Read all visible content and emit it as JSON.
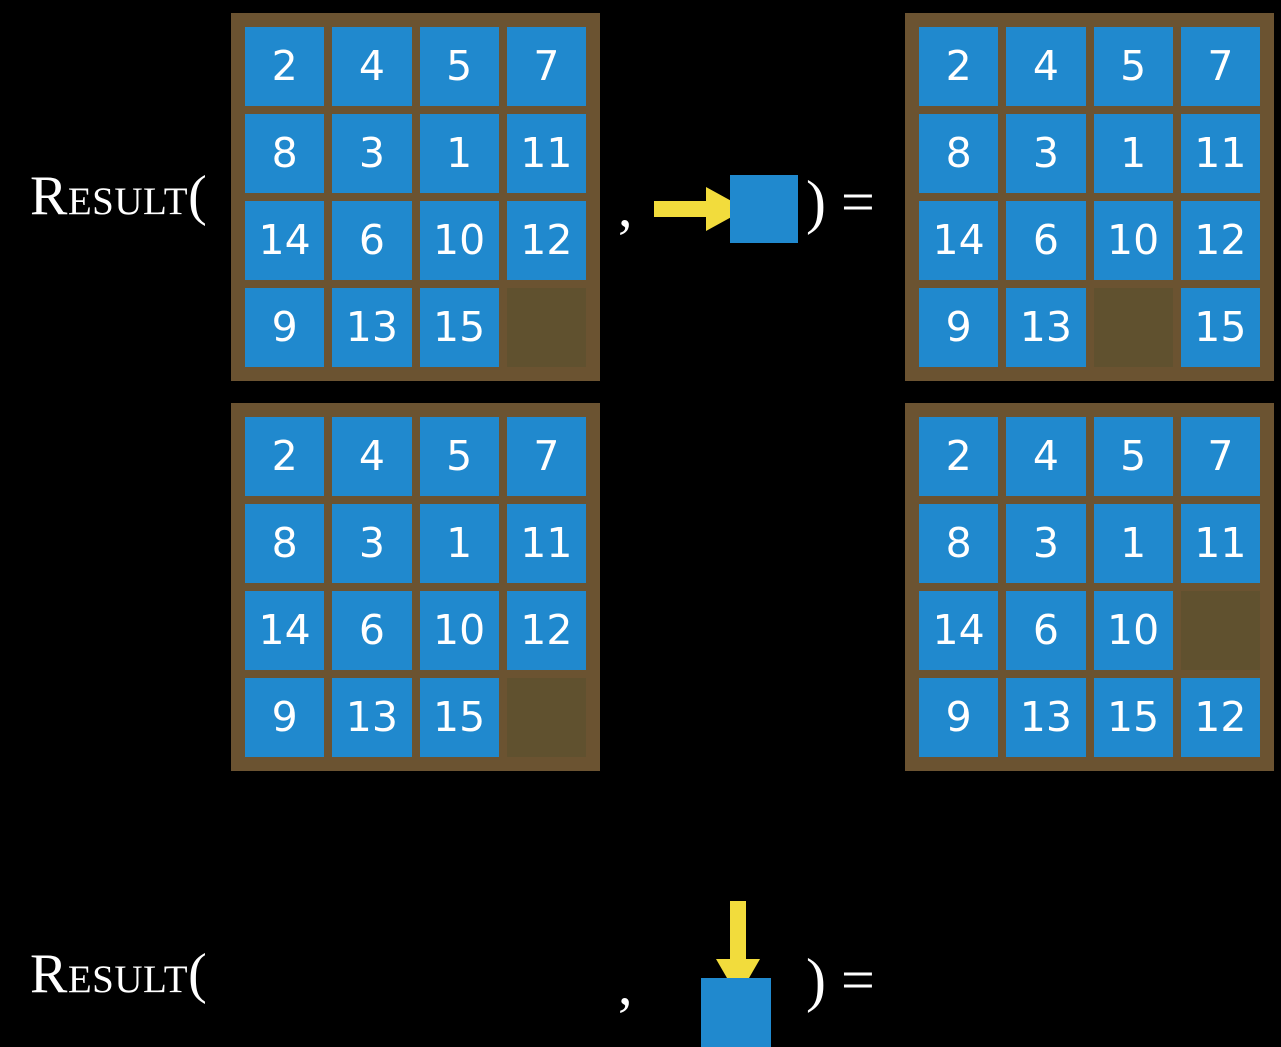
{
  "diagram": {
    "title": "RESULT function applied to sliding puzzle states",
    "background_color": "#000000",
    "tile_color": "#2089ce",
    "board_color": "#6b5331",
    "empty_cell_color": "#60512f",
    "arrow_color": "#f2dc3c",
    "text_color": "#ffffff"
  },
  "symbols": {
    "result_label": "Result(",
    "comma": ",",
    "close_paren_equals": ") ="
  },
  "rows": [
    {
      "label": "Result(",
      "input_board": {
        "rows": [
          [
            "2",
            "4",
            "5",
            "7"
          ],
          [
            "8",
            "3",
            "1",
            "11"
          ],
          [
            "14",
            "6",
            "10",
            "12"
          ],
          [
            "9",
            "13",
            "15",
            ""
          ]
        ]
      },
      "action": {
        "icon": "arrow-right-icon",
        "direction": "right",
        "operand": "blank-tile"
      },
      "output_board": {
        "rows": [
          [
            "2",
            "4",
            "5",
            "7"
          ],
          [
            "8",
            "3",
            "1",
            "11"
          ],
          [
            "14",
            "6",
            "10",
            "12"
          ],
          [
            "9",
            "13",
            "",
            "15"
          ]
        ]
      }
    },
    {
      "label": "Result(",
      "input_board": {
        "rows": [
          [
            "2",
            "4",
            "5",
            "7"
          ],
          [
            "8",
            "3",
            "1",
            "11"
          ],
          [
            "14",
            "6",
            "10",
            "12"
          ],
          [
            "9",
            "13",
            "15",
            ""
          ]
        ]
      },
      "action": {
        "icon": "arrow-down-icon",
        "direction": "down",
        "operand": "blank-tile"
      },
      "output_board": {
        "rows": [
          [
            "2",
            "4",
            "5",
            "7"
          ],
          [
            "8",
            "3",
            "1",
            "11"
          ],
          [
            "14",
            "6",
            "10",
            ""
          ],
          [
            "9",
            "13",
            "15",
            "12"
          ]
        ]
      }
    }
  ]
}
